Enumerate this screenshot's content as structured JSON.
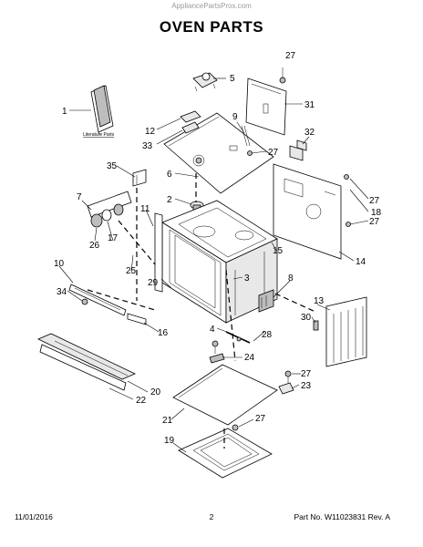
{
  "watermark": "AppliancePartsPros.com",
  "title": "OVEN PARTS",
  "literature_label": "Literature Parts",
  "footer": {
    "date": "11/01/2016",
    "page": "2",
    "part_no": "Part No.  W11023831  Rev. A"
  },
  "callouts": [
    "27",
    "5",
    "1",
    "31",
    "12",
    "9",
    "33",
    "27",
    "32",
    "35",
    "6",
    "7",
    "2",
    "27",
    "11",
    "18",
    "27",
    "26",
    "17",
    "25",
    "15",
    "10",
    "29",
    "3",
    "8",
    "34",
    "16",
    "4",
    "13",
    "30",
    "28",
    "24",
    "27",
    "23",
    "20",
    "22",
    "21",
    "27",
    "19",
    "14"
  ]
}
